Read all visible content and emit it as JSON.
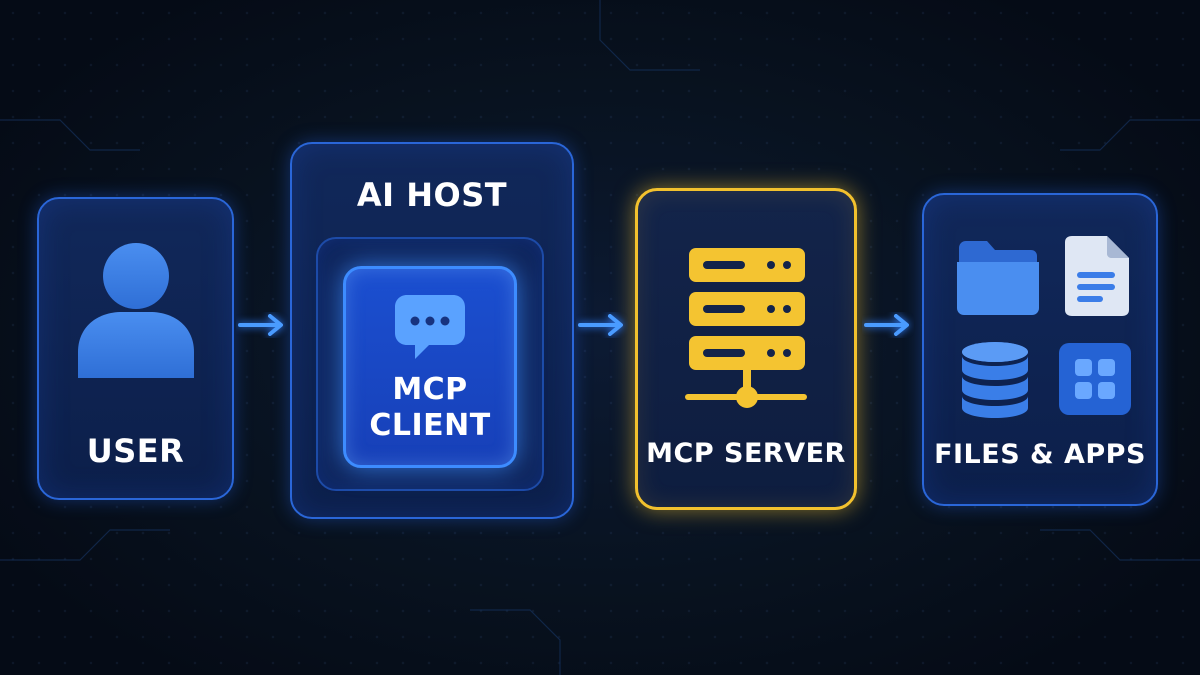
{
  "nodes": {
    "user": {
      "label": "USER",
      "icon": "user-icon"
    },
    "ai_host": {
      "label": "AI HOST"
    },
    "mcp_client": {
      "label": "MCP CLIENT",
      "line1": "MCP",
      "line2": "CLIENT",
      "icon": "chat-bubble-icon"
    },
    "mcp_server": {
      "label": "MCP SERVER",
      "icon": "server-stack-icon"
    },
    "files_apps": {
      "label": "FILES & APPS",
      "icons": [
        "folder-icon",
        "document-icon",
        "database-icon",
        "apps-grid-icon"
      ]
    }
  },
  "edges": [
    {
      "from": "user",
      "to": "ai_host"
    },
    {
      "from": "ai_host",
      "to": "mcp_server"
    },
    {
      "from": "mcp_server",
      "to": "files_apps"
    }
  ],
  "colors": {
    "background": "#07101f",
    "card_blue": "#11285a",
    "card_border": "#2a66d8",
    "client_blue": "#1b4fd0",
    "accent_blue": "#3d8cff",
    "server_yellow": "#f2c12e",
    "icon_blue": "#3b7de8",
    "text": "#ffffff"
  }
}
